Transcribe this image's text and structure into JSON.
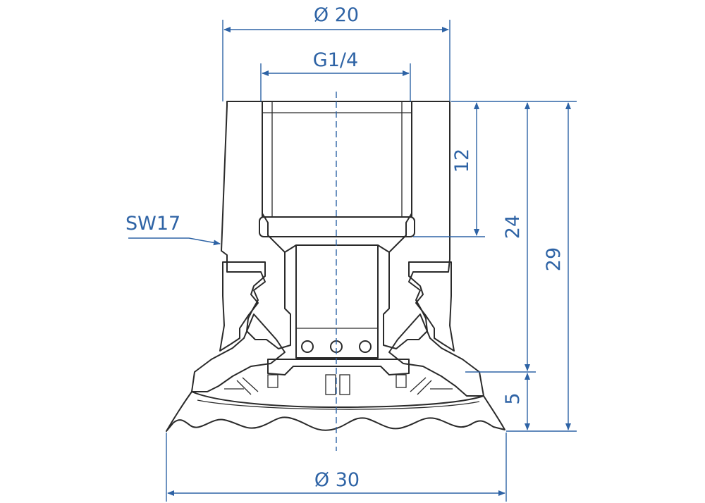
{
  "dimensions": {
    "top_outer_diameter": "Ø 20",
    "thread": "G1/4",
    "thread_depth": "12",
    "body_height": "24",
    "total_height": "29",
    "cup_height": "5",
    "cup_diameter": "Ø 30",
    "wrench_size": "SW17"
  },
  "colors": {
    "dimension": "#2e63a5",
    "outline": "#2a2a2a",
    "background": "#ffffff"
  }
}
